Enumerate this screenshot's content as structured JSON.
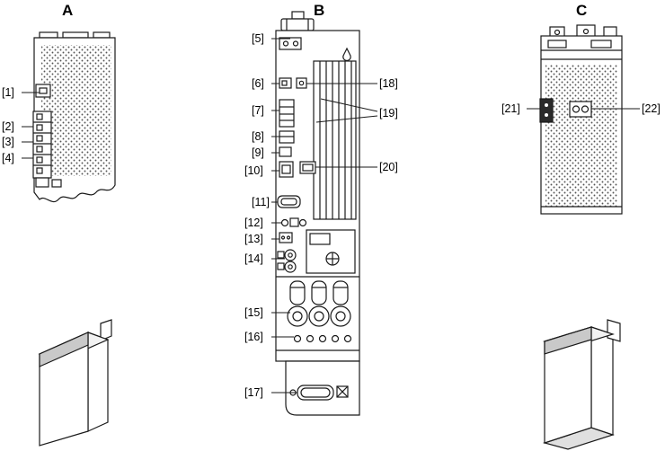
{
  "figure": {
    "section_titles": {
      "a": "A",
      "b": "B",
      "c": "C"
    }
  },
  "callouts": {
    "c1": "[1]",
    "c2": "[2]",
    "c3": "[3]",
    "c4": "[4]",
    "c5": "[5]",
    "c6": "[6]",
    "c7": "[7]",
    "c8": "[8]",
    "c9": "[9]",
    "c10": "[10]",
    "c11": "[11]",
    "c12": "[12]",
    "c13": "[13]",
    "c14": "[14]",
    "c15": "[15]",
    "c16": "[16]",
    "c17": "[17]",
    "c18": "[18]",
    "c19": "[19]",
    "c20": "[20]",
    "c21": "[21]",
    "c22": "[22]"
  },
  "colors": {
    "line": "#1a1a1a",
    "perforation": "#555555",
    "cover_band": "#c9c9c9",
    "cover_top": "#f2f2f2",
    "cover_bottom": "#e0e0e0"
  }
}
